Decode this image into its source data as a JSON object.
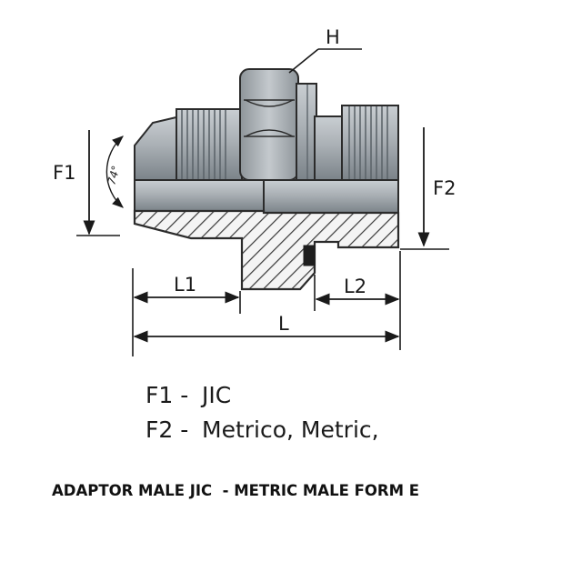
{
  "labels": {
    "H": "H",
    "F1": "F1",
    "F2": "F2",
    "L1": "L1",
    "L2": "L2",
    "L": "L",
    "angle": "74°"
  },
  "legend": [
    {
      "key": "F1 -",
      "value": "JIC"
    },
    {
      "key": "F2 -",
      "value": "Metrico, Metric,"
    }
  ],
  "caption": "ADAPTOR MALE JIC  - METRIC MALE FORM E",
  "colors": {
    "metal": "#aab0b5",
    "metal_dark": "#6f777d",
    "outline": "#2b2b2b",
    "hatch": "#3a3a3a"
  }
}
